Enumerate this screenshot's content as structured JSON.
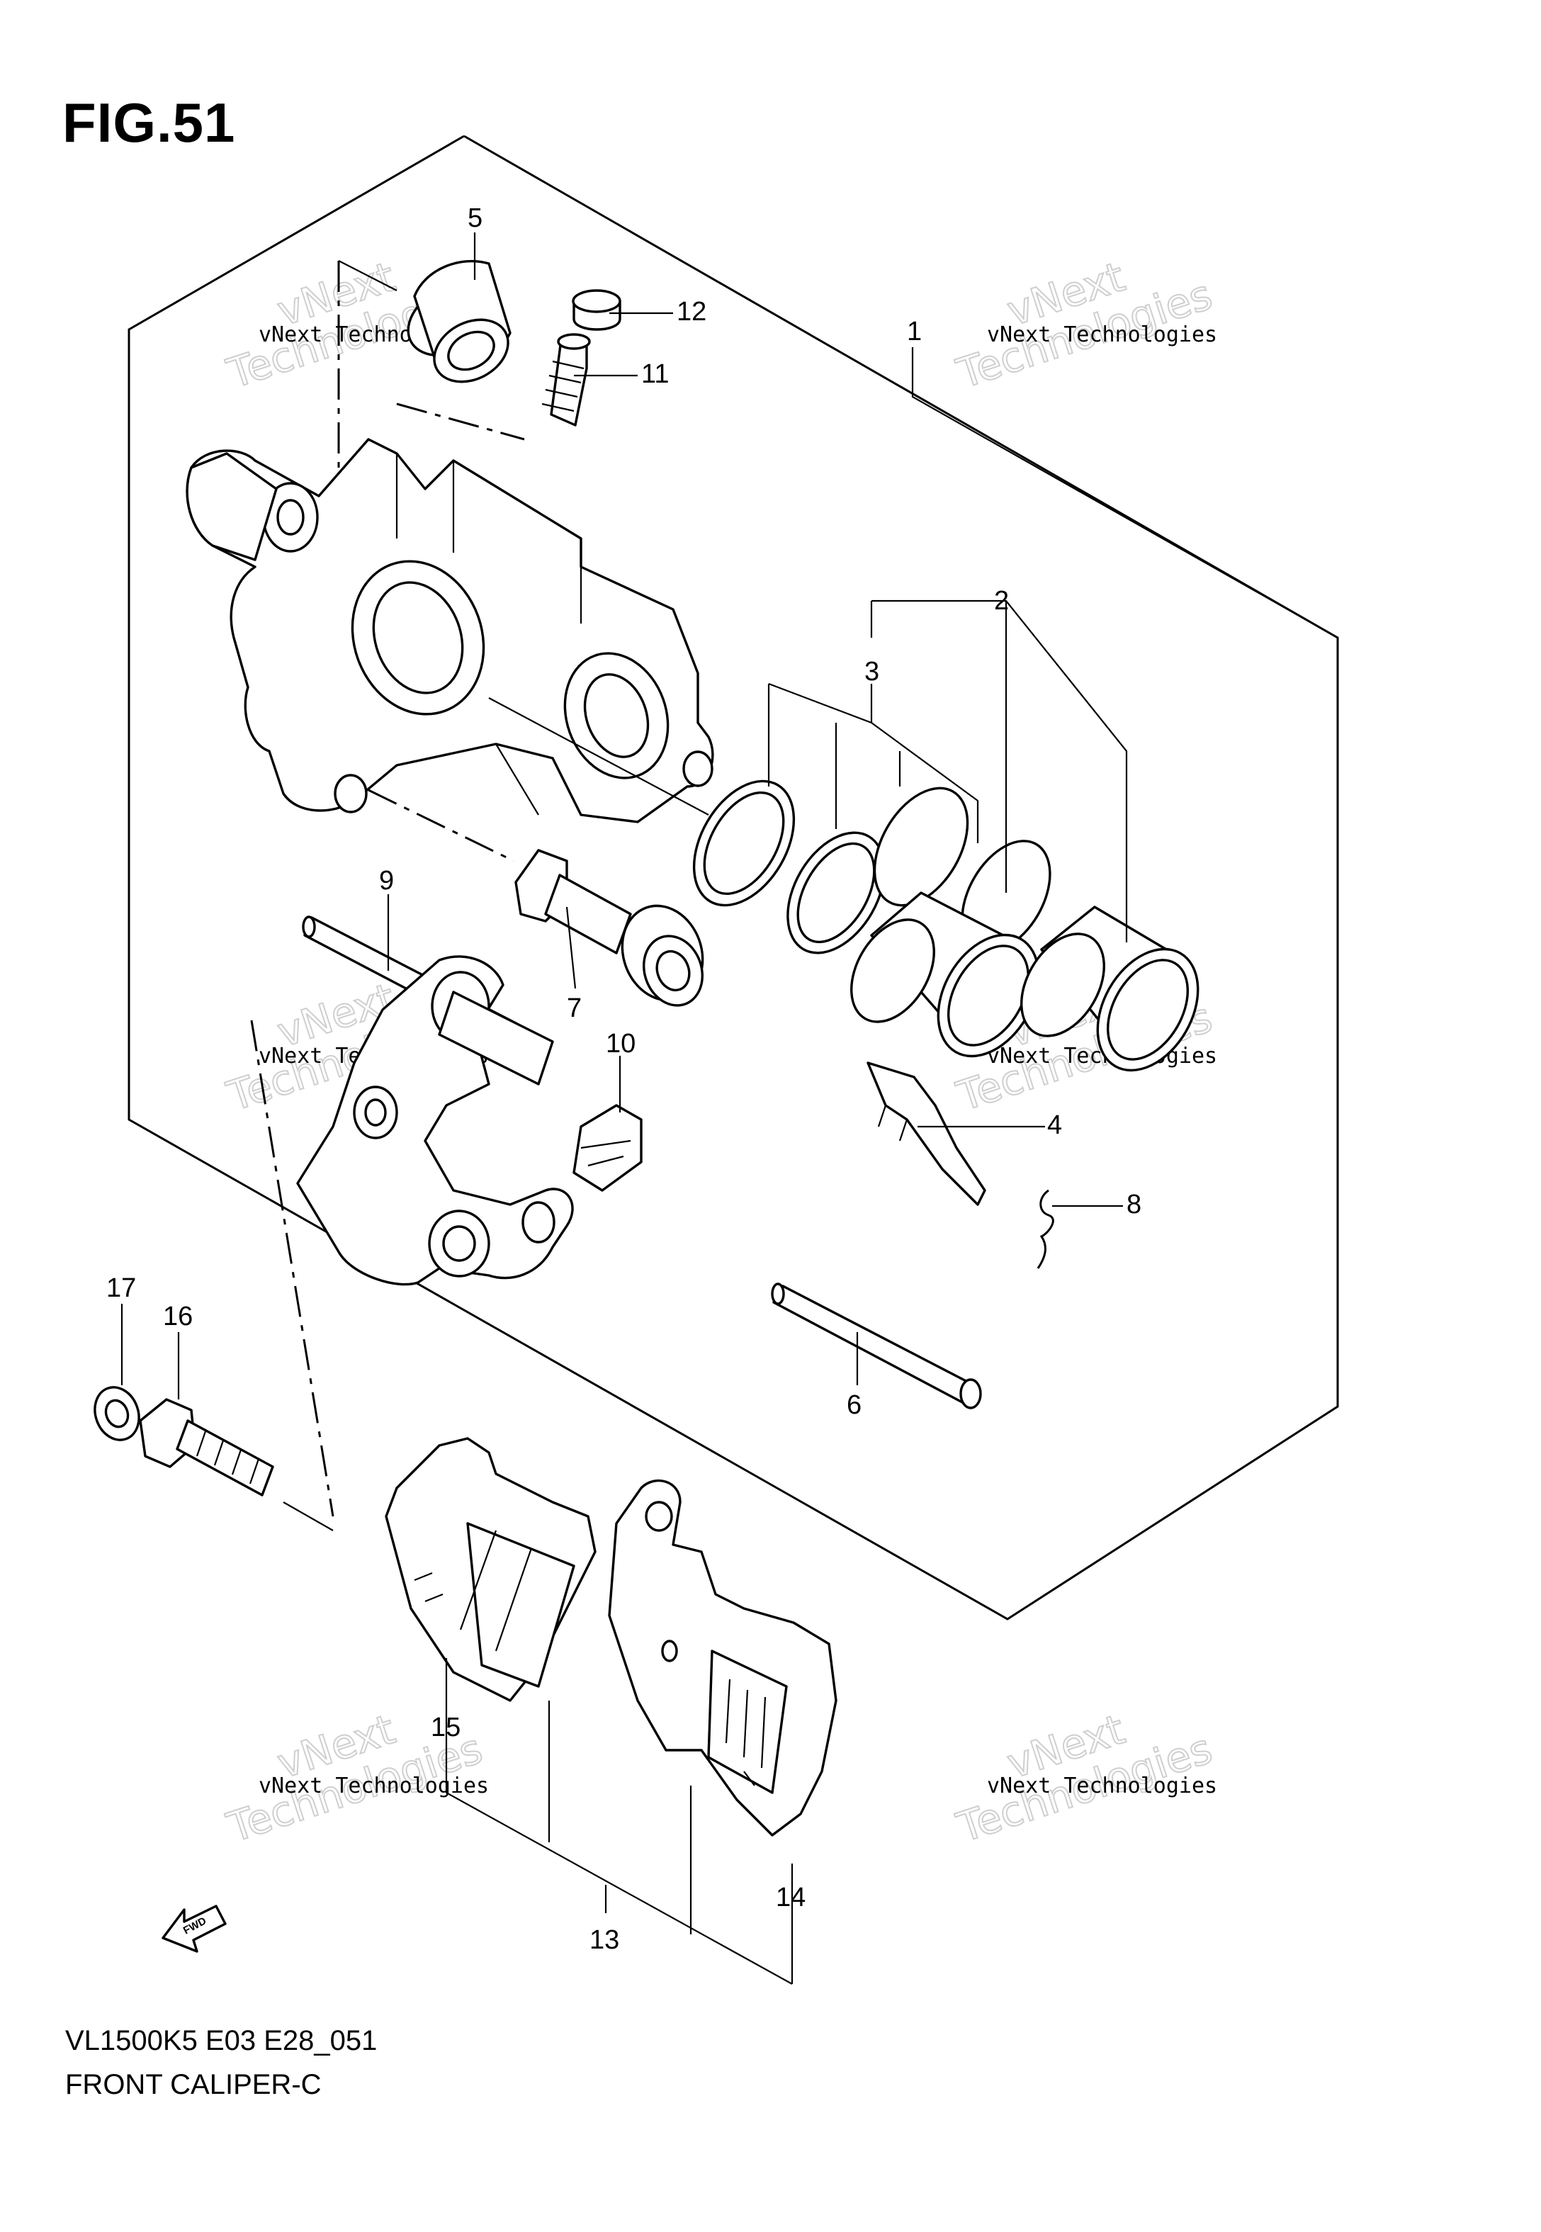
{
  "figure": {
    "title": "FIG.51"
  },
  "footer": {
    "model_code": "VL1500K5 E03 E28_051",
    "name": "FRONT CALIPER-C"
  },
  "direction_marker": {
    "label": "FWD",
    "icon": "fwd-arrow-icon"
  },
  "watermark": {
    "line1": "vNext Technologies",
    "line2": "vNext",
    "line3": "Technologies"
  },
  "callouts": [
    "1",
    "2",
    "3",
    "4",
    "5",
    "6",
    "7",
    "8",
    "9",
    "10",
    "11",
    "12",
    "13",
    "14",
    "15",
    "16",
    "17"
  ]
}
